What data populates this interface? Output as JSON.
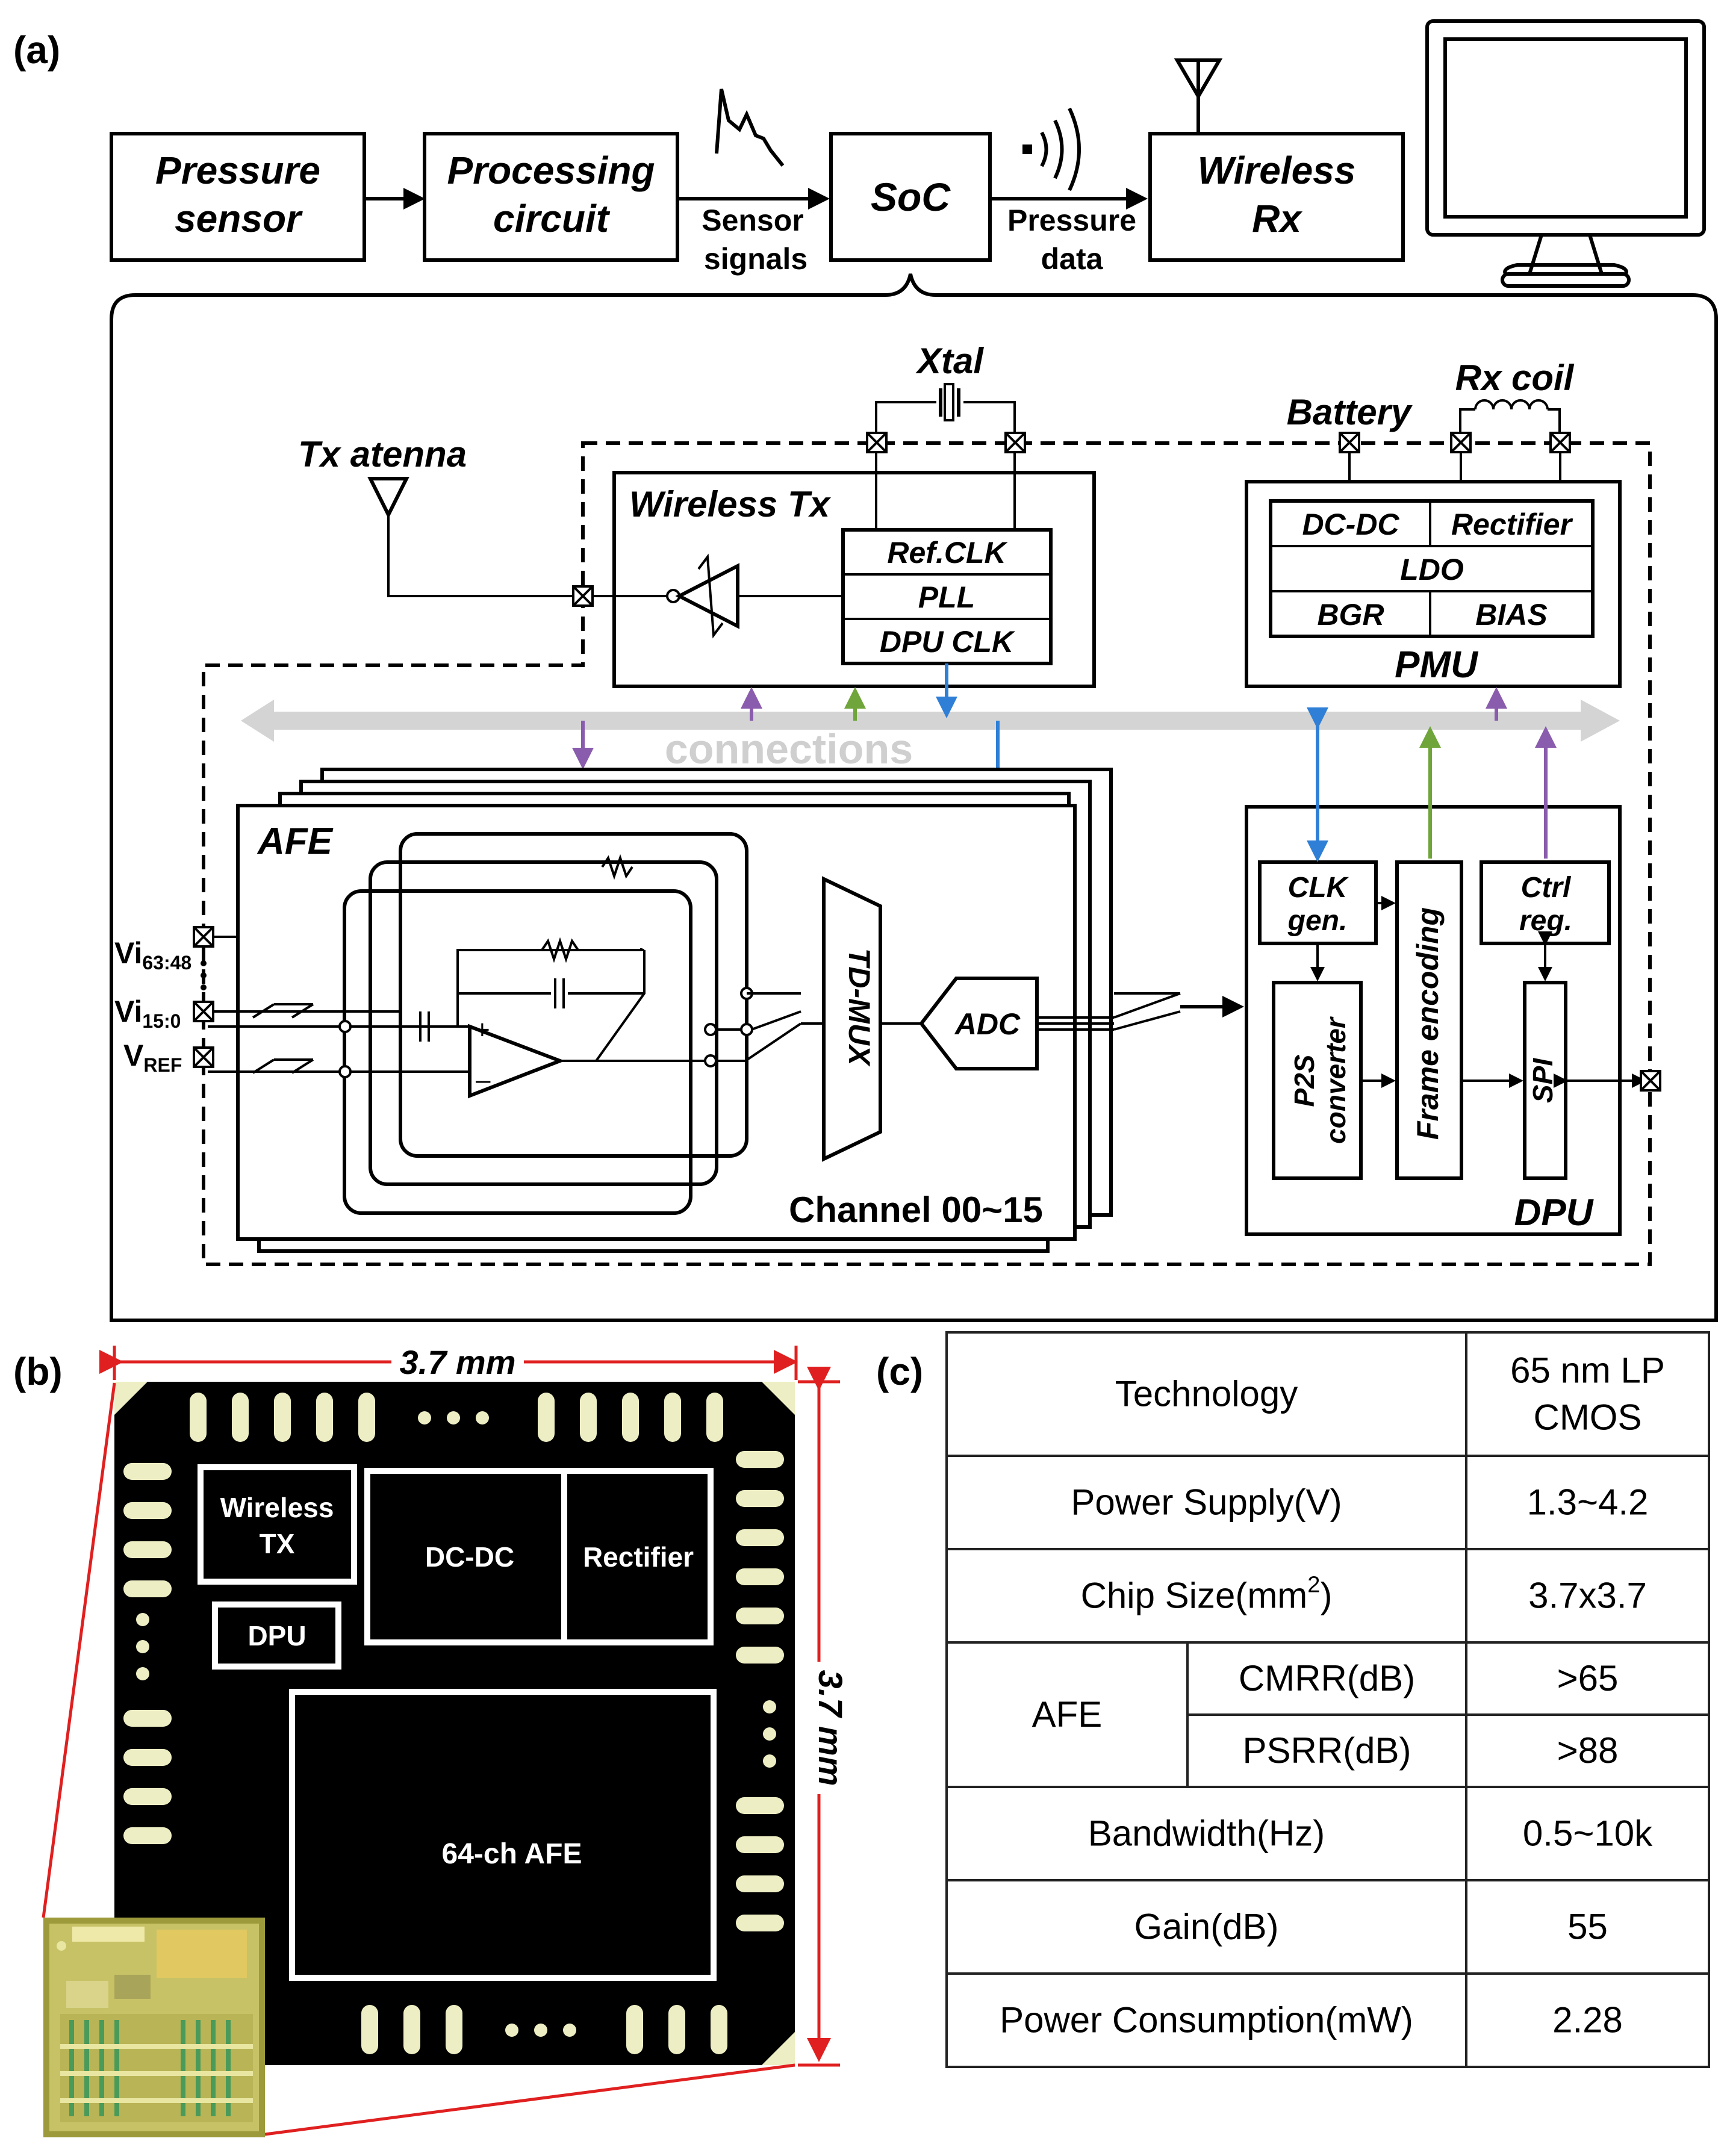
{
  "panel_labels": {
    "a": "(a)",
    "b": "(b)",
    "c": "(c)"
  },
  "top_chain": {
    "pressure_sensor": [
      "Pressure",
      "sensor"
    ],
    "processing_circuit": [
      "Processing",
      "circuit"
    ],
    "sensor_signals": [
      "Sensor",
      "signals"
    ],
    "soc": "SoC",
    "pressure_data": [
      "Pressure",
      "data"
    ],
    "wireless_rx": [
      "Wireless",
      "Rx"
    ]
  },
  "soc_detail": {
    "xtal": "Xtal",
    "tx_antenna": "Tx atenna",
    "battery": "Battery",
    "rx_coil": "Rx coil",
    "wireless_tx": "Wireless Tx",
    "ref_clk": "Ref.CLK",
    "pll": "PLL",
    "dpu_clk": "DPU CLK",
    "pmu": {
      "title": "PMU",
      "dcdc": "DC-DC",
      "rectifier": "Rectifier",
      "ldo": "LDO",
      "bgr": "BGR",
      "bias": "BIAS"
    },
    "connections": "connections",
    "afe": "AFE",
    "td_mux": "TD-MUX",
    "adc": "ADC",
    "channel": "Channel 00~15",
    "inputs": {
      "vi_high": "Vi",
      "vi_high_sub": "63:48",
      "vi_low": "Vi",
      "vi_low_sub": "15:0",
      "vref": "V",
      "vref_sub": "REF"
    },
    "dpu": {
      "title": "DPU",
      "clk_gen": [
        "CLK",
        "gen."
      ],
      "frame_encoding": "Frame encoding",
      "ctrl_reg": [
        "Ctrl",
        "reg."
      ],
      "p2s": [
        "P2S",
        "converter"
      ],
      "spi": "SPI"
    },
    "colors": {
      "clock": "#2f7fd6",
      "data": "#6fa53a",
      "control": "#8a5cad",
      "bus": "#d4d4d4"
    }
  },
  "die": {
    "width_label": "3.7 mm",
    "height_label": "3.7 mm",
    "wireless_tx": [
      "Wireless",
      "TX"
    ],
    "dcdc": "DC-DC",
    "rectifier": "Rectifier",
    "dpu": "DPU",
    "afe": "64-ch AFE"
  },
  "spec_table": {
    "rows": [
      {
        "label": "Technology",
        "value": [
          "65 nm LP",
          "CMOS"
        ]
      },
      {
        "label": "Power Supply(V)",
        "value": [
          "1.3~4.2"
        ]
      },
      {
        "label": "Chip Size(mm",
        "label_sup": "2",
        "label_end": ")",
        "value": [
          "3.7x3.7"
        ]
      },
      {
        "label": "AFE",
        "sub": [
          {
            "label": "CMRR(dB)",
            "value": ">65"
          },
          {
            "label": "PSRR(dB)",
            "value": ">88"
          }
        ]
      },
      {
        "label": "Bandwidth(Hz)",
        "value": [
          "0.5~10k"
        ]
      },
      {
        "label": "Gain(dB)",
        "value": [
          "55"
        ]
      },
      {
        "label": "Power Consumption(mW)",
        "value": [
          "2.28"
        ]
      }
    ]
  }
}
